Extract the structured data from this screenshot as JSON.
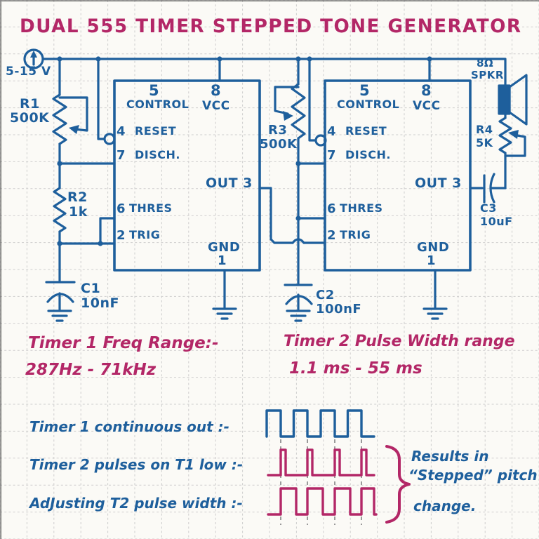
{
  "title": "DUAL 555 TIMER STEPPED TONE GENERATOR",
  "colors": {
    "ink_blue": "#1e5f9c",
    "ink_magenta": "#b32767",
    "grid": "#c3c3c3",
    "paper": "#fbfaf6"
  },
  "power_label": "5-15 V",
  "ic_pins": {
    "pin5": "5",
    "control": "CONTROL",
    "pin8": "8",
    "vcc": "VCC",
    "pin4": "4",
    "reset": "RESET",
    "pin7": "7",
    "disch": "DISCH.",
    "out": "OUT 3",
    "pin6": "6",
    "thres": "THRES",
    "pin2": "2",
    "trig": "TRIG",
    "gnd": "GND",
    "pin1": "1"
  },
  "components": {
    "r1": {
      "name": "R1",
      "value": "500K"
    },
    "r2": {
      "name": "R2",
      "value": "1k"
    },
    "c1": {
      "name": "C1",
      "value": "10nF"
    },
    "r3": {
      "name": "R3",
      "value": "500K"
    },
    "c2": {
      "name": "C2",
      "value": "100nF"
    },
    "r4": {
      "name": "R4",
      "value": "5K"
    },
    "c3": {
      "name": "C3",
      "value": "10uF"
    },
    "speaker": {
      "impedance": "8Ω",
      "label": "SPKR"
    }
  },
  "notes": {
    "timer1_freq": {
      "line1": "Timer 1 Freq Range:-",
      "line2": "287Hz - 71kHz"
    },
    "timer2_pulse": {
      "line1": "Timer 2 Pulse Width range",
      "line2": "1.1 ms - 55 ms"
    }
  },
  "waveforms": {
    "label1": "Timer 1 continuous out  :-",
    "label2": "Timer 2 pulses on T1 low :-",
    "label3": "AdJusting T2 pulse width  :-",
    "result": {
      "line1": "Results in",
      "line2": "“Stepped” pitch",
      "line3": "change."
    }
  },
  "icons": {
    "power_icon": "circle-with-up-arrow",
    "speaker_icon": "loudspeaker",
    "ground_icon": "earth-ground",
    "reset_bubble_icon": "inverting-input-bubble"
  }
}
